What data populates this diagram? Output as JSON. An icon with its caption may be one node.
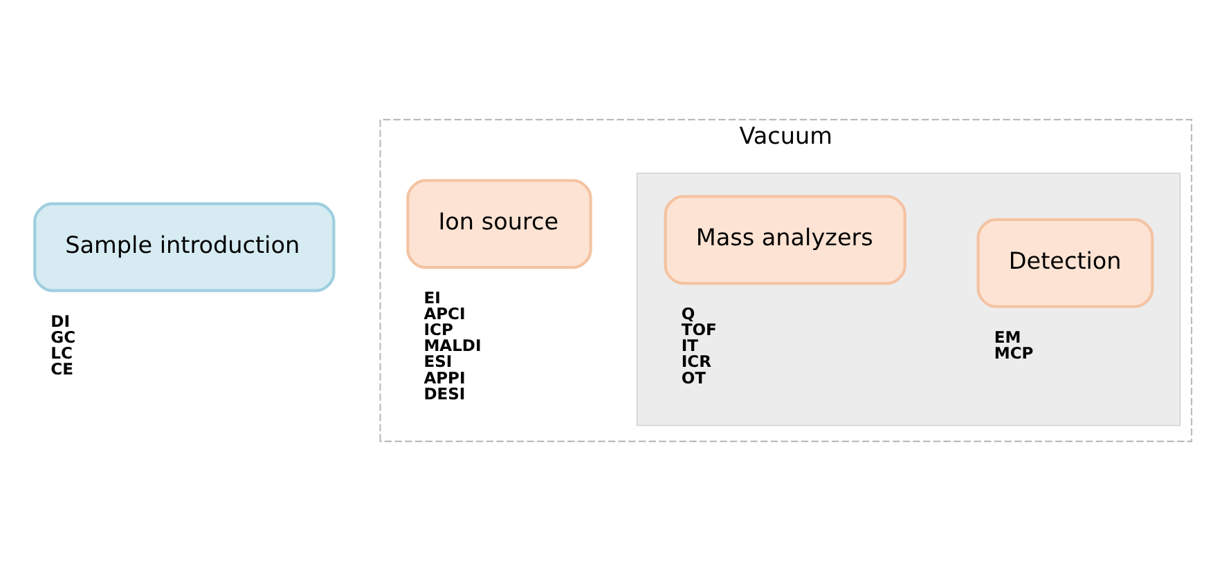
{
  "diagram": {
    "nodes": [
      {
        "text": [
          "Sample introduction"
        ],
        "beside": [
          "DI",
          "GC",
          "LC",
          "CE"
        ]
      },
      {
        "text": [
          "Vacuum"
        ]
      },
      {
        "text": [
          "Ion source"
        ],
        "in": 1,
        "beside": [
          "EI",
          "APCI",
          "ICP",
          "MALDI",
          "ESI",
          "APPI",
          "DESI"
        ]
      },
      {
        "text": [],
        "shape": "box",
        "in": 1
      },
      {
        "text": [
          "Mass analyzers"
        ],
        "in": 3,
        "beside": [
          "Q",
          "TOF",
          "IT",
          "ICR",
          "OT"
        ]
      },
      {
        "text": [
          "Detection"
        ],
        "in": 3,
        "beside": [
          "EM",
          "MCP"
        ]
      }
    ]
  }
}
